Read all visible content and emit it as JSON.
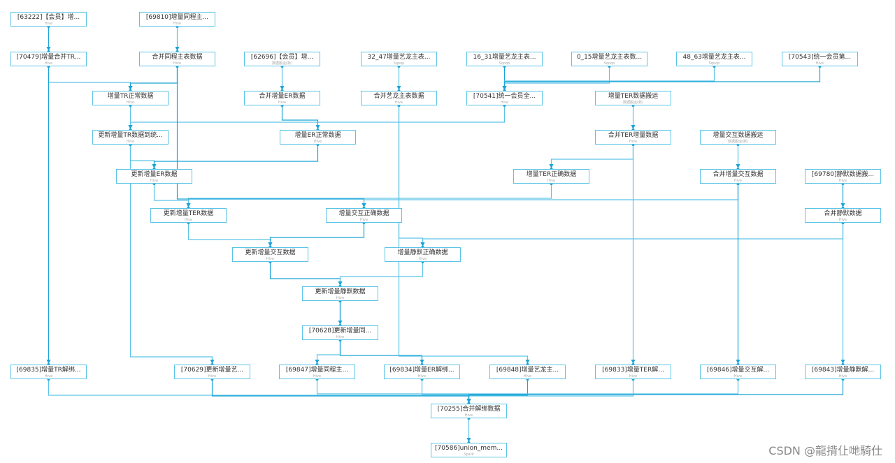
{
  "nodes": [
    {
      "id": "n63222",
      "label": "[63222]【会员】增...",
      "sub": "Hive"
    },
    {
      "id": "n69810",
      "label": "[69810]增量同程主...",
      "sub": "Hive"
    },
    {
      "id": "n70479",
      "label": "[70479]增量合并TR...",
      "sub": "Hive"
    },
    {
      "id": "hbtc",
      "label": "合并同程主表数据",
      "sub": "Hive"
    },
    {
      "id": "n62696",
      "label": "[62696]【会员】增...",
      "sub": "数据搬运(新)"
    },
    {
      "id": "s3247",
      "label": "32_47增量艺龙主表...",
      "sub": "Sqoop"
    },
    {
      "id": "s1631",
      "label": "16_31增量艺龙主表...",
      "sub": "Sqoop"
    },
    {
      "id": "s015",
      "label": "0_15增量艺龙主表数...",
      "sub": "Sqoop"
    },
    {
      "id": "s4863",
      "label": "48_63增量艺龙主表...",
      "sub": "Sqoop"
    },
    {
      "id": "n70543",
      "label": "[70543]统一会员第...",
      "sub": "Hive"
    },
    {
      "id": "trzc",
      "label": "增量TR正常数据",
      "sub": "Hive"
    },
    {
      "id": "hber",
      "label": "合并增量ER数据",
      "sub": "Hive"
    },
    {
      "id": "hbyl",
      "label": "合并艺龙主表数据",
      "sub": "Hive"
    },
    {
      "id": "n70541",
      "label": "[70541]统一会员全...",
      "sub": "Hive"
    },
    {
      "id": "terby",
      "label": "增量TER数据搬运",
      "sub": "数据搬运(新)"
    },
    {
      "id": "gxtr",
      "label": "更新增量TR数据到统...",
      "sub": "Hive"
    },
    {
      "id": "erzc",
      "label": "增量ER正常数据",
      "sub": "Hive"
    },
    {
      "id": "hbter",
      "label": "合并TER增量数据",
      "sub": "Hive"
    },
    {
      "id": "jhby",
      "label": "增量交互数据搬运",
      "sub": "数据搬运(新)"
    },
    {
      "id": "gxer",
      "label": "更新增量ER数据",
      "sub": "Hive"
    },
    {
      "id": "terzq",
      "label": "增量TER正确数据",
      "sub": "Hive"
    },
    {
      "id": "hbjh",
      "label": "合并增量交互数据",
      "sub": "Hive"
    },
    {
      "id": "n69780",
      "label": "[69780]静默数据搬...",
      "sub": "Hive"
    },
    {
      "id": "gxter",
      "label": "更新增量TER数据",
      "sub": "Hive"
    },
    {
      "id": "jhzq",
      "label": "增量交互正确数据",
      "sub": "Hive"
    },
    {
      "id": "hbjm",
      "label": "合并静默数据",
      "sub": "Hive"
    },
    {
      "id": "gxjh",
      "label": "更新增量交互数据",
      "sub": "Hive"
    },
    {
      "id": "jmzq",
      "label": "增量静默正确数据",
      "sub": "Hive"
    },
    {
      "id": "gxjm",
      "label": "更新增量静默数据",
      "sub": "Hive"
    },
    {
      "id": "n70628",
      "label": "[70628]更新增量同...",
      "sub": "Hive"
    },
    {
      "id": "n69835",
      "label": "[69835]增量TR解绑...",
      "sub": "Hive"
    },
    {
      "id": "n70629",
      "label": "[70629]更新增量艺...",
      "sub": "Hive"
    },
    {
      "id": "n69847",
      "label": "[69847]增量同程主...",
      "sub": "Hive"
    },
    {
      "id": "n69834",
      "label": "[69834]增量ER解绑...",
      "sub": "Hive"
    },
    {
      "id": "n69848",
      "label": "[69848]增量艺龙主...",
      "sub": "Hive"
    },
    {
      "id": "n69833",
      "label": "[69833]增量TER解...",
      "sub": "Hive"
    },
    {
      "id": "n69846",
      "label": "[69846]增量交互解...",
      "sub": "Hive"
    },
    {
      "id": "n69843",
      "label": "[69843]增量静默解...",
      "sub": "Hive"
    },
    {
      "id": "n70255",
      "label": "[70255]合并解绑数据",
      "sub": "Hive"
    },
    {
      "id": "n70586",
      "label": "[70586]union_mem...",
      "sub": "Spark"
    }
  ],
  "edges": [
    [
      "n63222",
      "n70479"
    ],
    [
      "n69810",
      "hbtc"
    ],
    [
      "n70479",
      "trzc"
    ],
    [
      "hbtc",
      "trzc"
    ],
    [
      "n62696",
      "hber"
    ],
    [
      "s3247",
      "hbyl"
    ],
    [
      "s1631",
      "n70541"
    ],
    [
      "s015",
      "n70541"
    ],
    [
      "s4863",
      "n70541"
    ],
    [
      "n70543",
      "n70541"
    ],
    [
      "trzc",
      "gxtr"
    ],
    [
      "n70541",
      "gxtr"
    ],
    [
      "hber",
      "erzc"
    ],
    [
      "terby",
      "hbter"
    ],
    [
      "gxtr",
      "gxer"
    ],
    [
      "erzc",
      "gxer"
    ],
    [
      "hbter",
      "terzq"
    ],
    [
      "jhby",
      "hbjh"
    ],
    [
      "n69780",
      "hbjm"
    ],
    [
      "gxer",
      "gxter"
    ],
    [
      "terzq",
      "gxter"
    ],
    [
      "hbtc",
      "jhzq"
    ],
    [
      "hbjh",
      "jhzq"
    ],
    [
      "gxter",
      "gxjh"
    ],
    [
      "jhzq",
      "gxjh"
    ],
    [
      "hbyl",
      "jmzq"
    ],
    [
      "hbjm",
      "jmzq"
    ],
    [
      "gxjh",
      "gxjm"
    ],
    [
      "jmzq",
      "gxjm"
    ],
    [
      "gxjm",
      "n70628"
    ],
    [
      "n70479",
      "n69835"
    ],
    [
      "gxtr",
      "n70629"
    ],
    [
      "n70628",
      "n69847"
    ],
    [
      "gxjm",
      "n69834"
    ],
    [
      "hbyl",
      "n69848"
    ],
    [
      "hbter",
      "n69833"
    ],
    [
      "hbjh",
      "n69846"
    ],
    [
      "hbjm",
      "n69843"
    ],
    [
      "n69835",
      "n70255"
    ],
    [
      "n70629",
      "n70255"
    ],
    [
      "n69847",
      "n70255"
    ],
    [
      "n69834",
      "n70255"
    ],
    [
      "n69848",
      "n70255"
    ],
    [
      "n69833",
      "n70255"
    ],
    [
      "n69846",
      "n70255"
    ],
    [
      "n69843",
      "n70255"
    ],
    [
      "n70255",
      "n70586"
    ]
  ],
  "watermark": "CSDN @龍揹仩哋騎仕",
  "colors": {
    "edge": "#5bc4e6",
    "edge_dark": "#1aa3d8",
    "node_border": "#5bc4e6"
  }
}
